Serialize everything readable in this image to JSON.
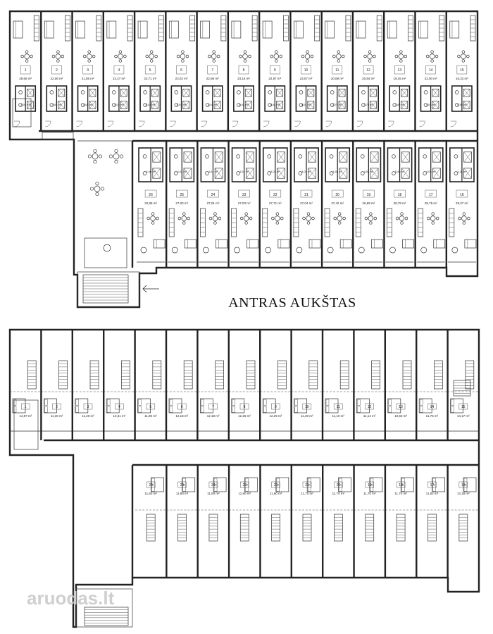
{
  "plan": {
    "floor_label": "ANTRAS AUKŠTAS",
    "watermark": "aruodas.lt",
    "colors": {
      "wall": "#222222",
      "line": "#333333",
      "background": "#ffffff",
      "watermark": "#cfcfcf"
    },
    "second_floor": {
      "top_row": [
        {
          "number": "1",
          "area": "28,66 m²",
          "bath": "4,04 m²"
        },
        {
          "number": "2",
          "area": "22,06 m²",
          "bath": "4,04 m²"
        },
        {
          "number": "3",
          "area": "21,56 m²",
          "bath": "4,04 m²"
        },
        {
          "number": "4",
          "area": "22,47 m²",
          "bath": "4,04 m²"
        },
        {
          "number": "5",
          "area": "23,71 m²",
          "bath": "4,04 m²"
        },
        {
          "number": "6",
          "area": "23,02 m²",
          "bath": "4,04 m²"
        },
        {
          "number": "7",
          "area": "22,96 m²",
          "bath": "4,04 m²"
        },
        {
          "number": "8",
          "area": "23,16 m²",
          "bath": "4,04 m²"
        },
        {
          "number": "9",
          "area": "22,87 m²",
          "bath": "4,04 m²"
        },
        {
          "number": "10",
          "area": "23,07 m²",
          "bath": "4,04 m²"
        },
        {
          "number": "11",
          "area": "20,69 m²",
          "bath": "3,75 m²"
        },
        {
          "number": "12",
          "area": "20,84 m²",
          "bath": "3,75 m²"
        },
        {
          "number": "13",
          "area": "19,45 m²",
          "bath": "3,40 m²"
        },
        {
          "number": "14",
          "area": "22,00 m²",
          "bath": "4,04 m²"
        },
        {
          "number": "15",
          "area": "16,33 m²",
          "bath": "9,30 m²"
        }
      ],
      "bottom_row": [
        {
          "number": "26",
          "area": "22,85 m²",
          "bath": "5,40 m²"
        },
        {
          "number": "25",
          "area": "27,03 m²",
          "bath": "4,04 m²"
        },
        {
          "number": "24",
          "area": "27,01 m²",
          "bath": "4,04 m²"
        },
        {
          "number": "23",
          "area": "27,03 m²",
          "bath": "4,04 m²"
        },
        {
          "number": "22",
          "area": "27,71 m²",
          "bath": "4,04 m²"
        },
        {
          "number": "21",
          "area": "27,04 m²",
          "bath": "4,04 m²"
        },
        {
          "number": "20",
          "area": "27,42 m²",
          "bath": "4,04 m²"
        },
        {
          "number": "19",
          "area": "26,89 m²",
          "bath": "4,04 m²"
        },
        {
          "number": "18",
          "area": "28,78 m²",
          "bath": "5,40 m²"
        },
        {
          "number": "17",
          "area": "28,79 m²",
          "bath": "4,04 m²"
        },
        {
          "number": "16",
          "area": "29,37 m²",
          "bath": "3,18 m²"
        }
      ]
    },
    "mezzanine": {
      "top_row": [
        {
          "number": "1",
          "area": "14,87 m²"
        },
        {
          "number": "2",
          "area": "11,30 m²"
        },
        {
          "number": "3",
          "area": "11,20 m²"
        },
        {
          "number": "4",
          "area": "12,61 m²"
        },
        {
          "number": "5",
          "area": "11,99 m²"
        },
        {
          "number": "6",
          "area": "12,18 m²"
        },
        {
          "number": "7",
          "area": "12,18 m²"
        },
        {
          "number": "8",
          "area": "12,25 m²"
        },
        {
          "number": "9",
          "area": "12,29 m²"
        },
        {
          "number": "10",
          "area": "11,30 m²"
        },
        {
          "number": "11",
          "area": "11,10 m²"
        },
        {
          "number": "12",
          "area": "11,14 m²"
        },
        {
          "number": "13",
          "area": "10,50 m²"
        },
        {
          "number": "14",
          "area": "11,75 m²"
        },
        {
          "number": "15",
          "area": "14,17 m²"
        }
      ],
      "bottom_row": [
        {
          "number": "26",
          "area": "11,60 m²"
        },
        {
          "number": "25",
          "area": "11,90 m²"
        },
        {
          "number": "24",
          "area": "11,80 m²"
        },
        {
          "number": "23",
          "area": "11,80 m²"
        },
        {
          "number": "22",
          "area": "11,80 m²"
        },
        {
          "number": "21",
          "area": "11,70 m²"
        },
        {
          "number": "20",
          "area": "11,70 m²"
        },
        {
          "number": "19",
          "area": "11,70 m²"
        },
        {
          "number": "18",
          "area": "11,70 m²"
        },
        {
          "number": "17",
          "area": "11,82 m²"
        },
        {
          "number": "16",
          "area": "13,18 m²"
        }
      ]
    }
  }
}
